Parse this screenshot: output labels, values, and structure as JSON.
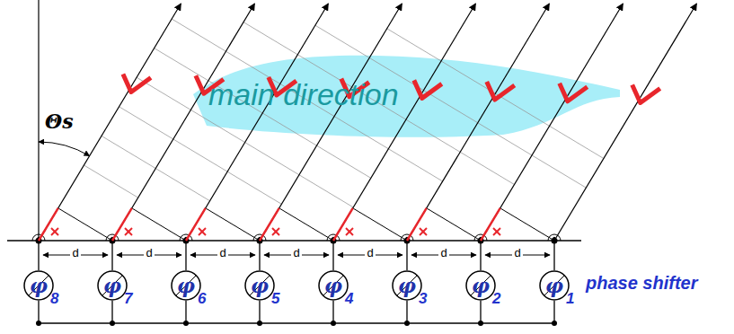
{
  "diagram": {
    "nodes": [
      {
        "text": [
          "φ",
          "8"
        ]
      },
      {
        "text": [
          "φ",
          "7"
        ]
      },
      {
        "text": [
          "φ",
          "6"
        ]
      },
      {
        "text": [
          "φ",
          "5"
        ]
      },
      {
        "text": [
          "φ",
          "4"
        ]
      },
      {
        "text": [
          "φ",
          "3"
        ]
      },
      {
        "text": [
          "φ",
          "2"
        ]
      },
      {
        "text": [
          "φ",
          "1"
        ]
      }
    ],
    "labels": [
      "Θs",
      "main direction",
      "d",
      "d",
      "d",
      "d",
      "d",
      "d",
      "d",
      "phase shifter"
    ]
  }
}
